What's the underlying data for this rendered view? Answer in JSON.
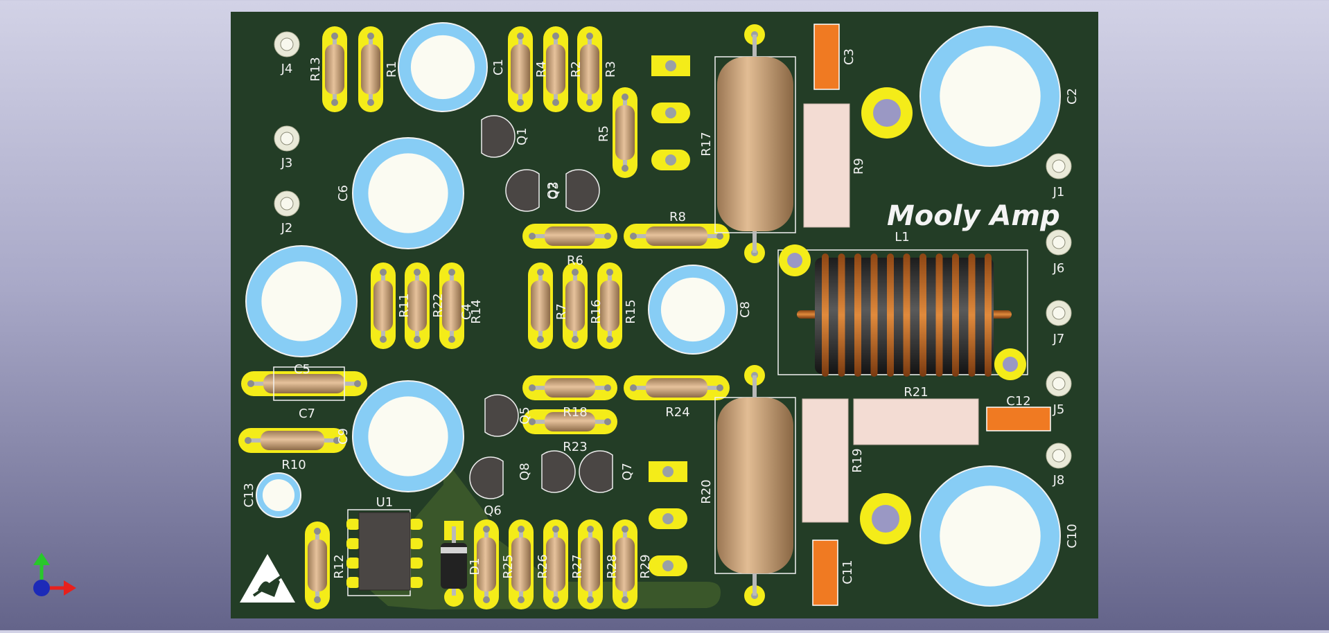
{
  "board": {
    "title": "Mooly Amp",
    "colors": {
      "soldermask": "#233d26",
      "trace": "#3d5a2b",
      "pad": "#f4ec19",
      "silkscreen": "#f2f2f2",
      "cap_blue": "#87cdf5",
      "cap_top": "#fbfbf2",
      "resistor_body": "#c9a177",
      "film_cap": "#f07a22",
      "power_resistor": "#f3dcd3",
      "inductor_wire": "#c86b22",
      "background_top": "#d2d2e6",
      "background_bottom": "#64648a"
    }
  },
  "labels": {
    "J1": "J1",
    "J2": "J2",
    "J3": "J3",
    "J4": "J4",
    "J5": "J5",
    "J6": "J6",
    "J7": "J7",
    "J8": "J8",
    "R1": "R1",
    "R2": "R2",
    "R3": "R3",
    "R4": "R4",
    "R5": "R5",
    "R6": "R6",
    "R7": "R7",
    "R8": "R8",
    "R9": "R9",
    "R10": "R10",
    "R11": "R11",
    "R12": "R12",
    "R13": "R13",
    "R14": "R14",
    "R15": "R15",
    "R16": "R16",
    "R17": "R17",
    "R18": "R18",
    "R19": "R19",
    "R20": "R20",
    "R21": "R21",
    "R22": "R22",
    "R23": "R23",
    "R24": "R24",
    "R25": "R25",
    "R26": "R26",
    "R27": "R27",
    "R28": "R28",
    "R29": "R29",
    "C1": "C1",
    "C2": "C2",
    "C3": "C3",
    "C4": "C4",
    "C5": "C5",
    "C6": "C6",
    "C7": "C7",
    "C8": "C8",
    "C9": "C9",
    "C10": "C10",
    "C11": "C11",
    "C12": "C12",
    "C13": "C13",
    "Q1": "Q1",
    "Q2": "Q2",
    "Q3": "Q3",
    "Q5": "Q5",
    "Q6": "Q6",
    "Q7": "Q7",
    "Q8": "Q8",
    "D1": "D1",
    "U1": "U1",
    "L1": "L1"
  },
  "axis_gizmo": {
    "x_color": "#e8201c",
    "y_color": "#28c82a",
    "z_color": "#1c2ab8"
  },
  "icons": {
    "esd": "esd-warning-icon"
  }
}
